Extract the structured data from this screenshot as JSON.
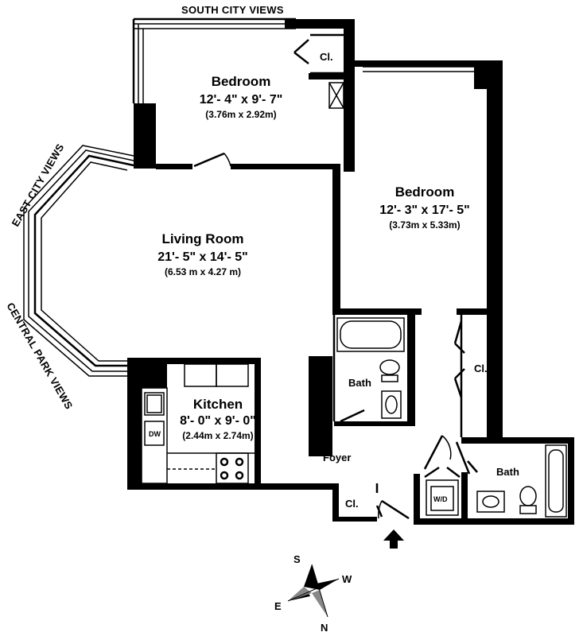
{
  "views": {
    "south": "SOUTH CITY VIEWS",
    "east": "EAST CITY VIEWS",
    "central_park": "CENTRAL PARK VIEWS"
  },
  "rooms": {
    "bedroom_small": {
      "name": "Bedroom",
      "dims": "12'- 4\" x 9'- 7\"",
      "metric": "(3.76m x 2.92m)"
    },
    "bedroom_large": {
      "name": "Bedroom",
      "dims": "12'- 3\" x 17'- 5\"",
      "metric": "(3.73m x 5.33m)"
    },
    "living_room": {
      "name": "Living Room",
      "dims": "21'- 5\" x 14'- 5\"",
      "metric": "(6.53 m x 4.27 m)"
    },
    "kitchen": {
      "name": "Kitchen",
      "dims": "8'- 0\" x 9'- 0\"",
      "metric": "(2.44m x 2.74m)"
    },
    "bath_center": {
      "name": "Bath"
    },
    "bath_right": {
      "name": "Bath"
    },
    "foyer": {
      "name": "Foyer"
    }
  },
  "closets": {
    "top": "Cl.",
    "right": "Cl.",
    "foyer": "Cl."
  },
  "appliances": {
    "dishwasher": "DW",
    "washer_dryer": "W/D"
  },
  "compass": {
    "s": "S",
    "w": "W",
    "e": "E",
    "n": "N"
  },
  "colors": {
    "ink": "#000000",
    "compass_gray": "#888888",
    "background": "#ffffff"
  }
}
